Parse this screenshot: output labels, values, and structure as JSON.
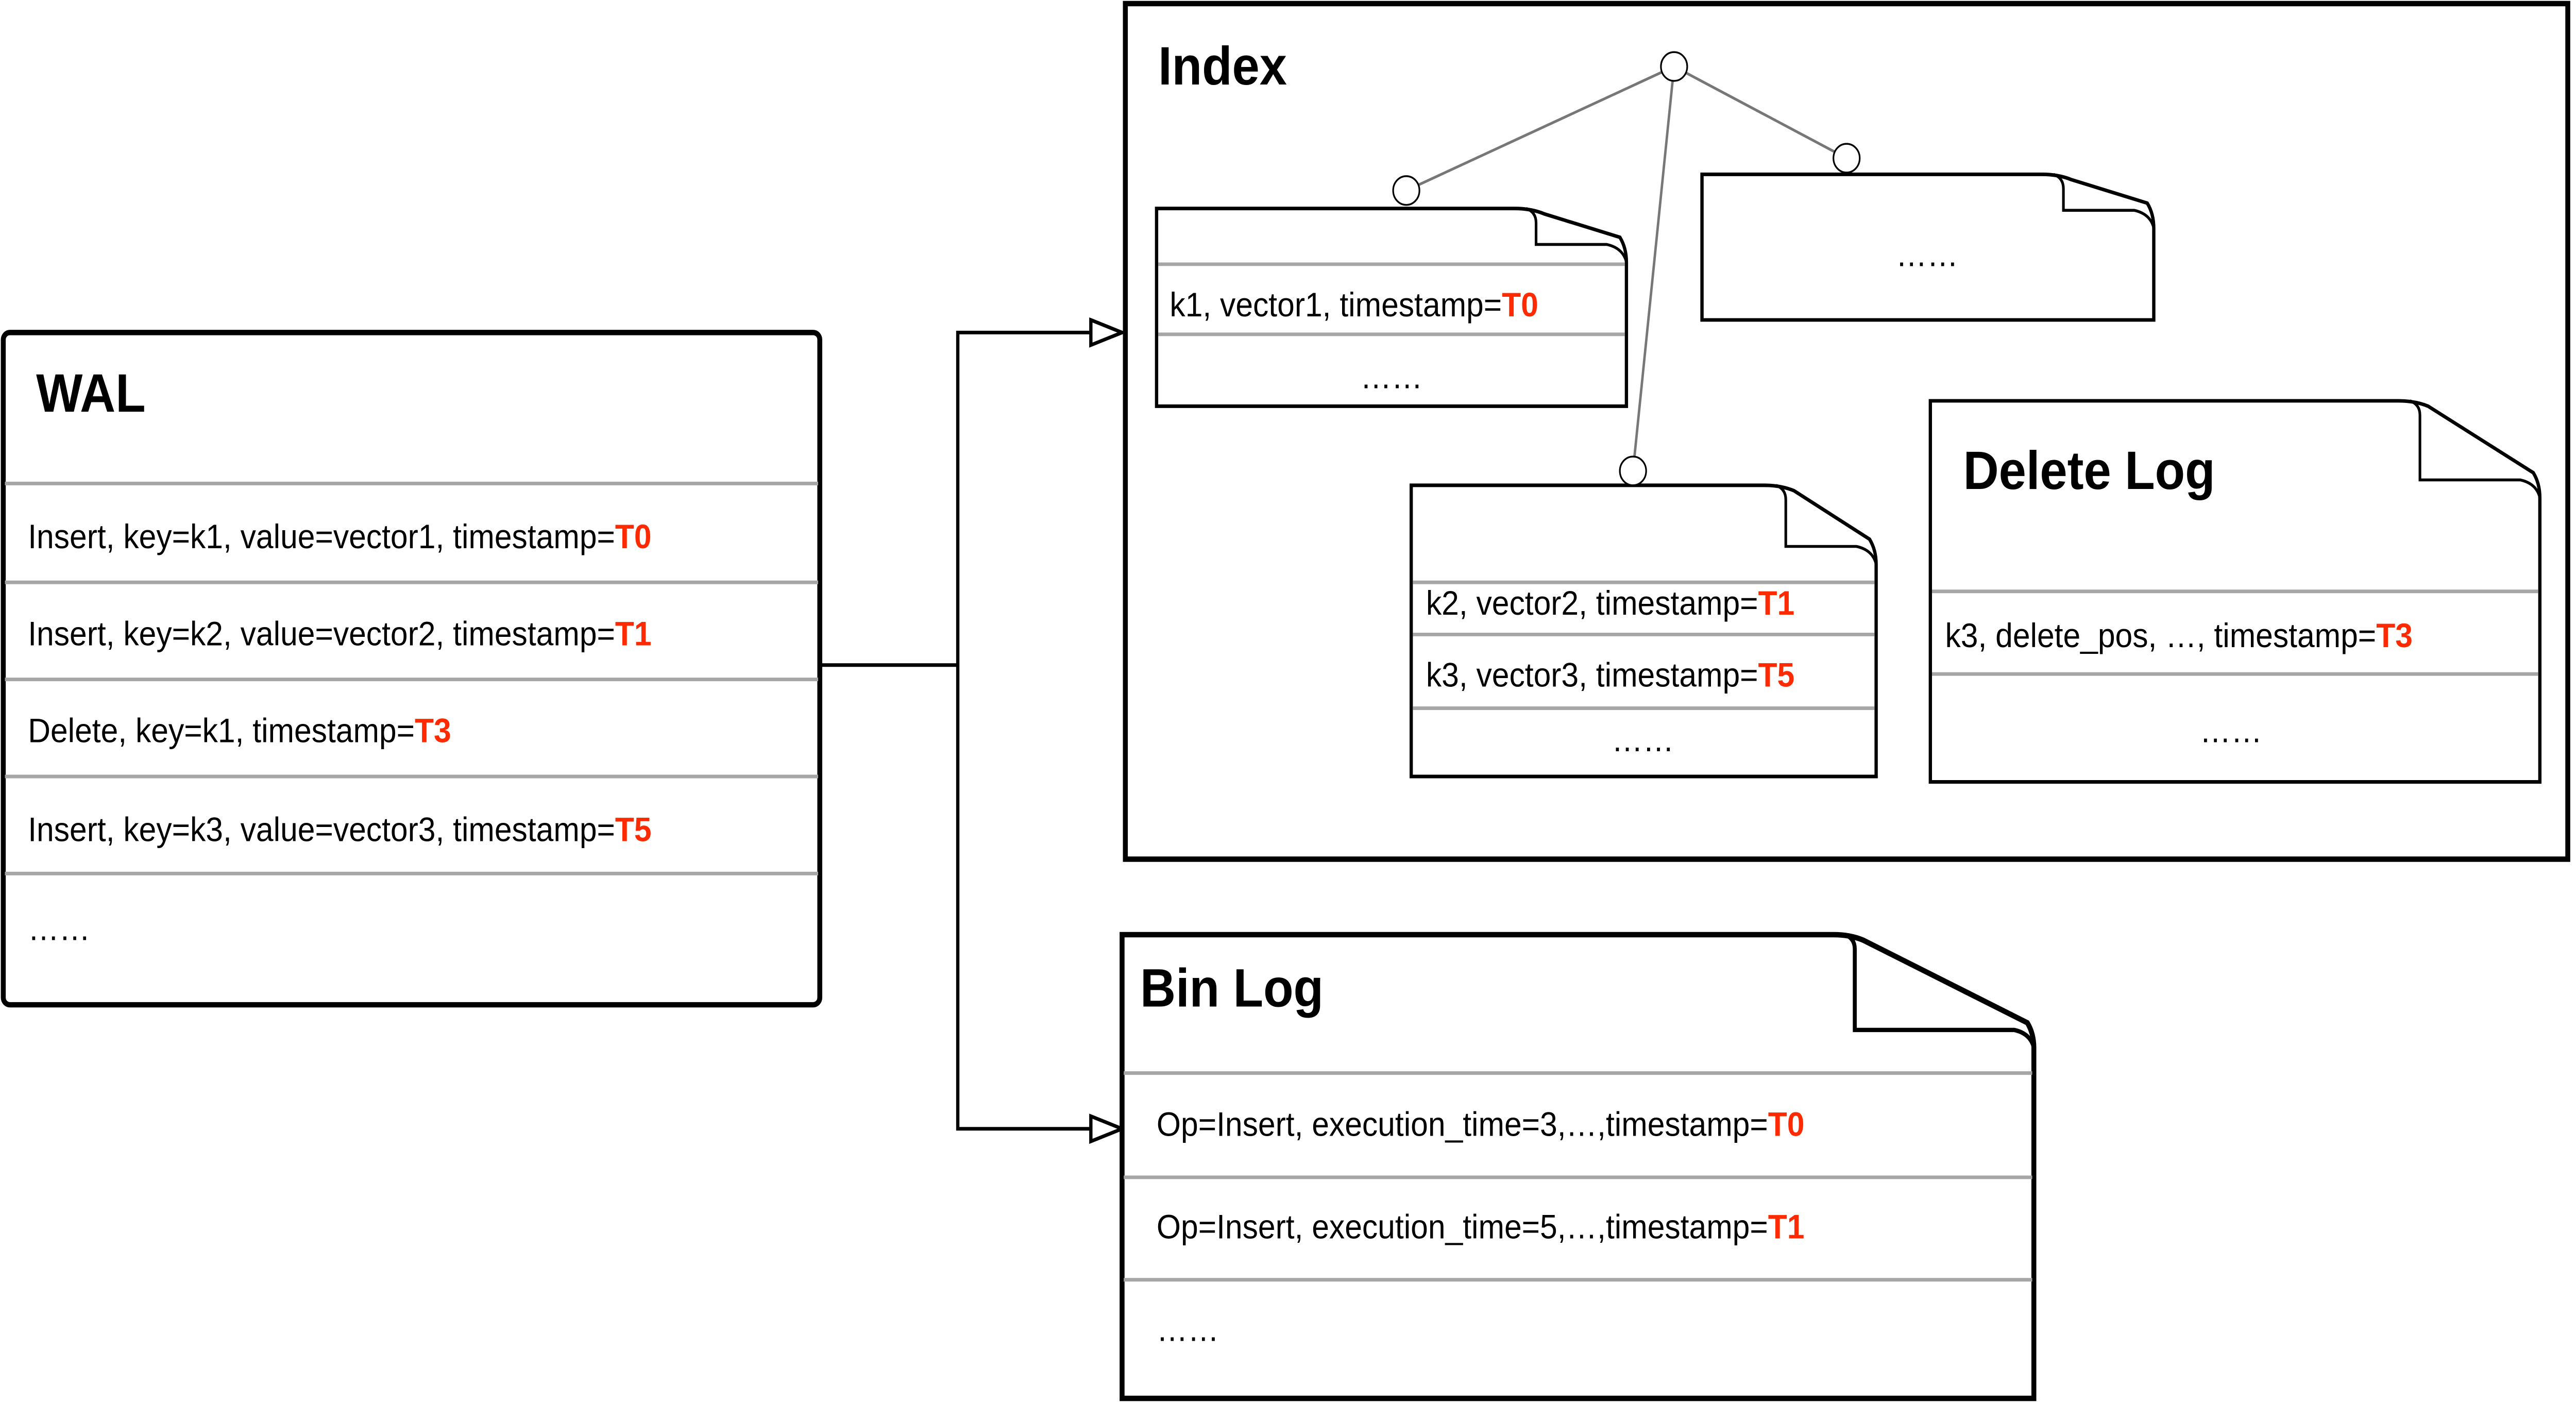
{
  "wal": {
    "title": "WAL",
    "rows": [
      {
        "text": "Insert, key=k1, value=vector1, timestamp=",
        "ts": "T0"
      },
      {
        "text": "Insert, key=k2, value=vector2, timestamp=",
        "ts": "T1"
      },
      {
        "text": "Delete, key=k1, timestamp=",
        "ts": "T3"
      },
      {
        "text": "Insert, key=k3, value=vector3, timestamp=",
        "ts": "T5"
      },
      {
        "text": "……",
        "ts": ""
      }
    ]
  },
  "index": {
    "title": "Index",
    "segment1": {
      "rows": [
        {
          "text": "k1, vector1, timestamp=",
          "ts": "T0"
        }
      ],
      "more": "……"
    },
    "segment2": {
      "more": "……"
    },
    "segment3": {
      "rows": [
        {
          "text": "k2, vector2, timestamp=",
          "ts": "T1"
        },
        {
          "text": "k3, vector3, timestamp=",
          "ts": "T5"
        }
      ],
      "more": "……"
    },
    "delete_log": {
      "title": "Delete Log",
      "rows": [
        {
          "text": "k3, delete_pos, …, timestamp=",
          "ts": "T3"
        }
      ],
      "more": "……"
    }
  },
  "bin_log": {
    "title": "Bin Log",
    "rows": [
      {
        "text": "Op=Insert, execution_time=3,…,timestamp=",
        "ts": "T0"
      },
      {
        "text": "Op=Insert, execution_time=5,…,timestamp=",
        "ts": "T1"
      }
    ],
    "more": "……"
  },
  "colors": {
    "timestamp": "#ff2a00",
    "separator": "#a6a6a6"
  }
}
